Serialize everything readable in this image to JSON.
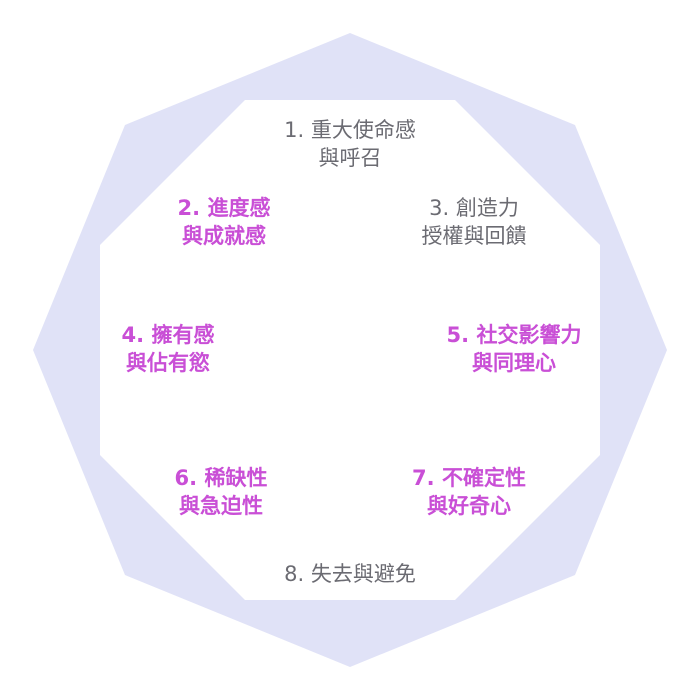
{
  "colors": {
    "outer": "#e0e2f7",
    "inner": "#ffffff",
    "highlight": "#c94fd6",
    "normal": "#6b6b72"
  },
  "drives": [
    {
      "line1": "1. 重大使命感",
      "line2": "與呼召",
      "highlighted": false
    },
    {
      "line1": "2. 進度感",
      "line2": "與成就感",
      "highlighted": true
    },
    {
      "line1": "3. 創造力",
      "line2": "授權與回饋",
      "highlighted": false
    },
    {
      "line1": "4. 擁有感",
      "line2": "與佔有慾",
      "highlighted": true
    },
    {
      "line1": "5. 社交影響力",
      "line2": "與同理心",
      "highlighted": true
    },
    {
      "line1": "6. 稀缺性",
      "line2": "與急迫性",
      "highlighted": true
    },
    {
      "line1": "7. 不確定性",
      "line2": "與好奇心",
      "highlighted": true
    },
    {
      "line1": "8. 失去與避免",
      "line2": "",
      "highlighted": false
    }
  ]
}
